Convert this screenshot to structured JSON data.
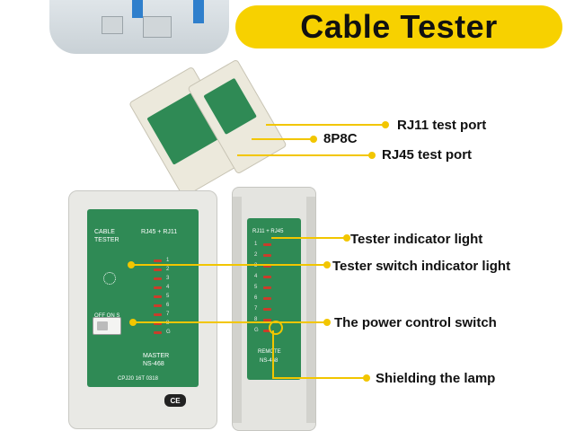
{
  "title": "Cable Tester",
  "callouts": {
    "rj11": "RJ11 test port",
    "p8p8c": "8P8C",
    "rj45": "RJ45 test port",
    "tester_light": "Tester indicator light",
    "switch_light": "Tester switch indicator light",
    "power_switch": "The power control switch",
    "shielding": "Shielding the lamp"
  },
  "master_unit": {
    "label_cable": "CABLE",
    "label_tester": "TESTER",
    "label_ports": "RJ45 + RJ11",
    "label_onoff": "OFF ON S",
    "model_line1": "MASTER",
    "model_line2": "NS-468",
    "code": "CPJ20 16T 0318",
    "ce_mark": "CE",
    "led_numbers": [
      "1",
      "2",
      "3",
      "4",
      "5",
      "6",
      "7",
      "8",
      "G"
    ]
  },
  "remote_unit": {
    "label_ports": "RJ11 + RJ45",
    "label_model1": "REMOTE",
    "label_model2": "NS-468",
    "led_numbers": [
      "1",
      "2",
      "3",
      "4",
      "5",
      "6",
      "7",
      "8",
      "G"
    ]
  },
  "colors": {
    "accent": "#f2c600",
    "banner": "#f7d100",
    "panel_green": "#2f8a55",
    "device_body": "#e9e9e5"
  }
}
